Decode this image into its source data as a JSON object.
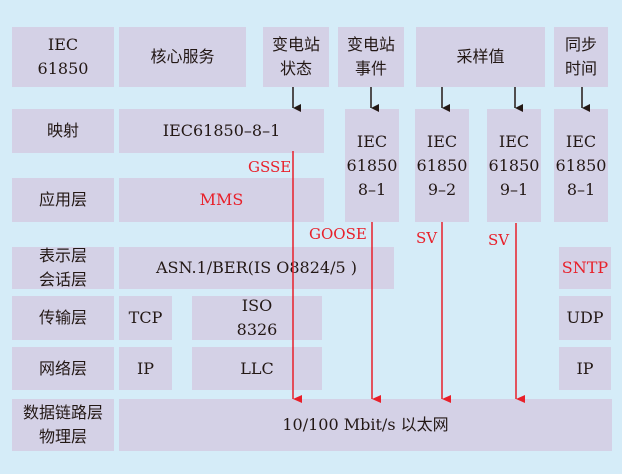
{
  "header": {
    "standard": "IEC\n61850",
    "core": "核心服务",
    "status": "变电站\n状态",
    "event": "变电站\n事件",
    "sampled": "采样值",
    "sync": "同步\n时间"
  },
  "rows": {
    "mapping": "映射",
    "app": "应用层",
    "pres": "表示层\n会话层",
    "trans": "传输层",
    "net": "网络层",
    "link": "数据链路层\n物理层"
  },
  "cells": {
    "map81": "IEC61850–8–1",
    "mms": "MMS",
    "asn": "ASN.1/BER(IS O8824/5 )",
    "sntp": "SNTP",
    "tcp": "TCP",
    "iso": "ISO\n8326",
    "udp": "UDP",
    "ip": "IP",
    "llc": "LLC",
    "ip2": "IP",
    "eth": "10/100 Mbit/s 以太网",
    "iec1": "IEC\n61850\n8–1",
    "iec2": "IEC\n61850\n9–2",
    "iec3": "IEC\n61850\n9–1",
    "iec4": "IEC\n61850\n8–1"
  },
  "flows": {
    "gsse": "GSSE",
    "goose": "GOOSE",
    "sv1": "SV",
    "sv2": "SV"
  },
  "colors": {
    "background": "#d5ecf8",
    "box": "#d4d1e6",
    "flow": "#e8202a"
  }
}
